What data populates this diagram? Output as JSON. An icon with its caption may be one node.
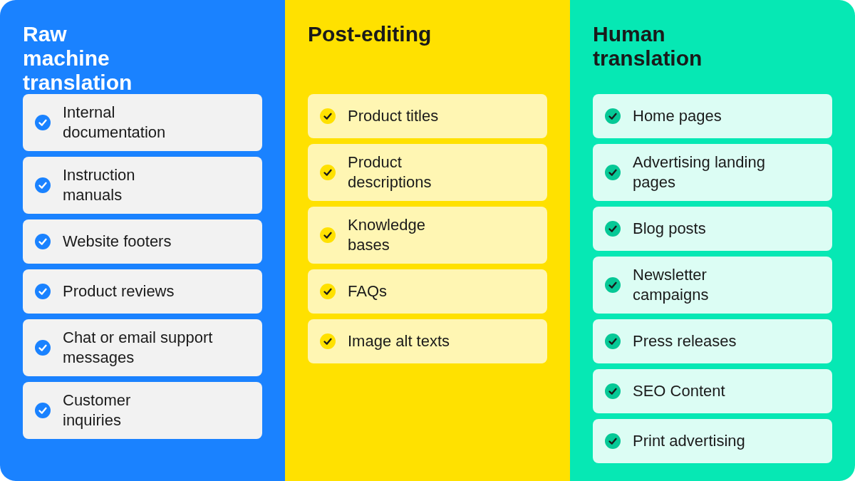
{
  "diagram": {
    "nodes": [
      {
        "text": [
          "Raw machine translation"
        ]
      },
      {
        "text": [
          "Internal documentation"
        ],
        "in": 0
      },
      {
        "text": [
          "Instruction manuals"
        ],
        "in": 0
      },
      {
        "text": [
          "Website footers"
        ],
        "in": 0
      },
      {
        "text": [
          "Product reviews"
        ],
        "in": 0
      },
      {
        "text": [
          "Chat or email support messages"
        ],
        "in": 0
      },
      {
        "text": [
          "Customer inquiries"
        ],
        "in": 0
      },
      {
        "text": [
          "Post-editing"
        ]
      },
      {
        "text": [
          "Product titles"
        ],
        "in": 7
      },
      {
        "text": [
          "Product descriptions"
        ],
        "in": 7
      },
      {
        "text": [
          "Knowledge bases"
        ],
        "in": 7
      },
      {
        "text": [
          "FAQs"
        ],
        "in": 7
      },
      {
        "text": [
          "Image alt texts"
        ],
        "in": 7
      },
      {
        "text": [
          "Human translation"
        ]
      },
      {
        "text": [
          "Home pages"
        ],
        "in": 13
      },
      {
        "text": [
          "Advertising landing pages"
        ],
        "in": 13
      },
      {
        "text": [
          "Blog posts"
        ],
        "in": 13
      },
      {
        "text": [
          "Newsletter campaigns"
        ],
        "in": 13
      },
      {
        "text": [
          "Press releases"
        ],
        "in": 13
      },
      {
        "text": [
          "SEO Content"
        ],
        "in": 13
      },
      {
        "text": [
          "Print advertising"
        ],
        "in": 13
      }
    ],
    "edges": []
  }
}
